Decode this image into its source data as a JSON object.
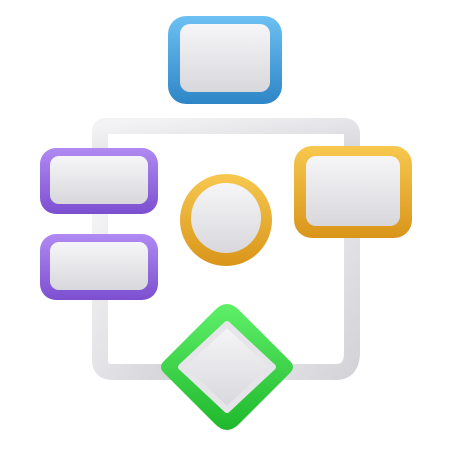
{
  "illustration": {
    "icon_name": "flowchart-icon",
    "colors": {
      "background": "#ffffff",
      "connector": "#e9e9ec",
      "connector_shade": "#c9c9ce",
      "inner_panel": "#ececee",
      "inner_panel_shade": "#d2d2d6",
      "blue": "#4aa8e6",
      "blue_dark": "#2f86c7",
      "purple": "#9b6ee8",
      "purple_dark": "#7c4fd0",
      "orange": "#f2b636",
      "orange_dark": "#d9951a",
      "green": "#3fe04a",
      "green_dark": "#1fb82c"
    },
    "nodes": [
      {
        "id": "top-process-node",
        "shape": "rounded-rect",
        "color": "blue"
      },
      {
        "id": "left-upper-process-node",
        "shape": "rounded-rect",
        "color": "purple"
      },
      {
        "id": "left-lower-process-node",
        "shape": "rounded-rect",
        "color": "purple"
      },
      {
        "id": "center-circle-node",
        "shape": "circle",
        "color": "orange"
      },
      {
        "id": "right-process-node",
        "shape": "rounded-rect",
        "color": "orange"
      },
      {
        "id": "bottom-decision-node",
        "shape": "diamond",
        "color": "green"
      }
    ]
  }
}
